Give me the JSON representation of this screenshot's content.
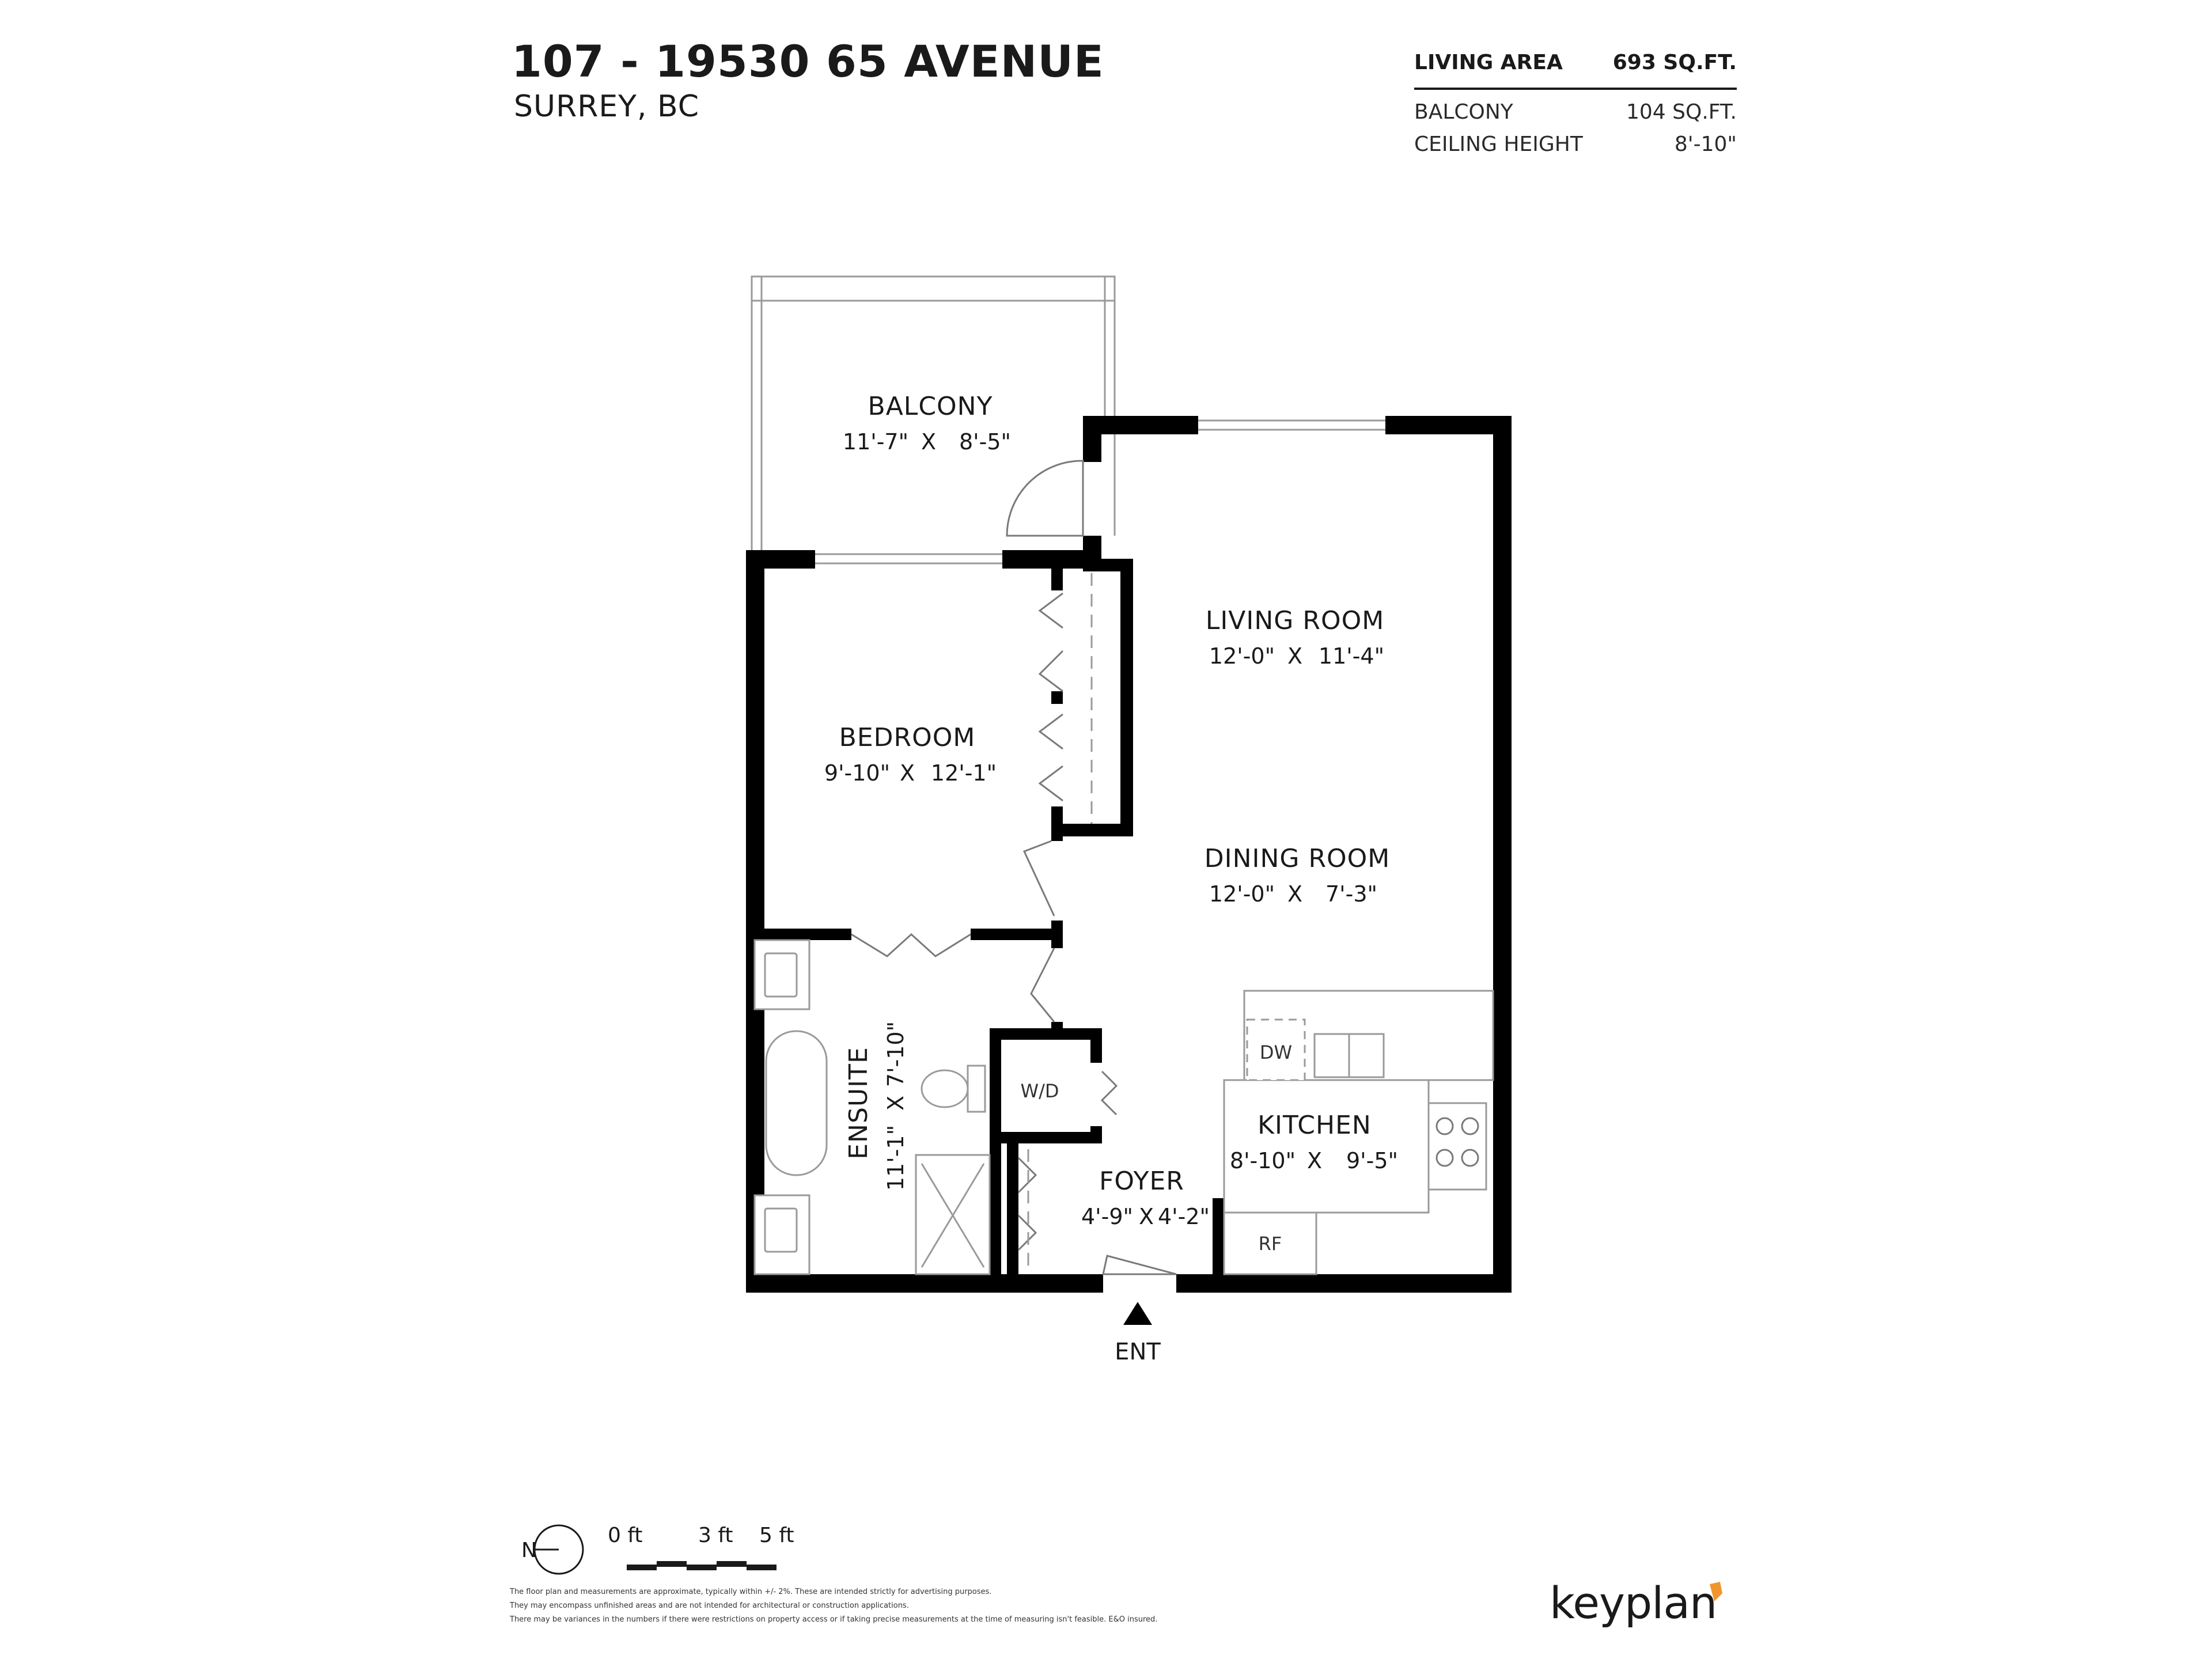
{
  "header": {
    "address": "107 - 19530 65 AVENUE",
    "city": "SURREY, BC"
  },
  "stats": {
    "living_area_label": "LIVING AREA",
    "living_area_value": "693 SQ.FT.",
    "balcony_label": "BALCONY",
    "balcony_value": "104 SQ.FT.",
    "ceiling_label": "CEILING HEIGHT",
    "ceiling_value": "8'-10\""
  },
  "rooms": {
    "balcony": {
      "name": "BALCONY",
      "w": "11'-7\"",
      "x": "X",
      "h": "8'-5\""
    },
    "living": {
      "name": "LIVING ROOM",
      "w": "12'-0\"",
      "x": "X",
      "h": "11'-4\""
    },
    "bedroom": {
      "name": "BEDROOM",
      "w": "9'-10\"",
      "x": "X",
      "h": "12'-1\""
    },
    "dining": {
      "name": "DINING ROOM",
      "w": "12'-0\"",
      "x": "X",
      "h": "7'-3\""
    },
    "ensuite": {
      "name": "ENSUITE",
      "w": "11'-1\"",
      "x": "X",
      "h": "7'-10\""
    },
    "kitchen": {
      "name": "KITCHEN",
      "w": "8'-10\"",
      "x": "X",
      "h": "9'-5\""
    },
    "foyer": {
      "name": "FOYER",
      "w": "4'-9\"",
      "x": "X",
      "h": "4'-2\""
    }
  },
  "fixtures": {
    "dishwasher": "DW",
    "washer_dryer": "W/D",
    "fridge": "RF"
  },
  "entrance": "ENT",
  "scale": {
    "north": "N",
    "t0": "0 ft",
    "t3": "3 ft",
    "t5": "5 ft"
  },
  "disclaimer": [
    "The floor plan and measurements are approximate, typically within +/- 2%. These are intended strictly for advertising purposes.",
    "They may encompass unfinished areas and are not intended for architectural or construction applications.",
    "There may be variances in the numbers if there were restrictions on property access or if taking precise measurements at the time of measuring isn't feasible. E&O insured."
  ],
  "brand": "keyplan",
  "colors": {
    "wall": "#000000",
    "line": "#9a9a9a",
    "brand_accent": "#f0962e"
  }
}
